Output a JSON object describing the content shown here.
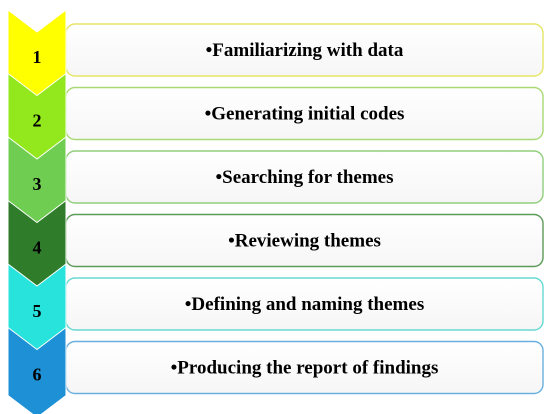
{
  "steps": [
    {
      "number": "1",
      "label": "•Familiarizing with data",
      "color": "#ffff00",
      "box_border": "#e5e566"
    },
    {
      "number": "2",
      "label": "•Generating initial codes",
      "color": "#92e81c",
      "box_border": "#a9d974"
    },
    {
      "number": "3",
      "label": "•Searching for themes",
      "color": "#6fce52",
      "box_border": "#8fcf7a"
    },
    {
      "number": "4",
      "label": "•Reviewing themes",
      "color": "#2f7d2b",
      "box_border": "#5c9a58"
    },
    {
      "number": "5",
      "label": "•Defining and naming themes",
      "color": "#28e3dc",
      "box_border": "#66d8d2"
    },
    {
      "number": "6",
      "label": "•Producing the report of findings",
      "color": "#1e90d6",
      "box_border": "#6ab0df"
    }
  ]
}
